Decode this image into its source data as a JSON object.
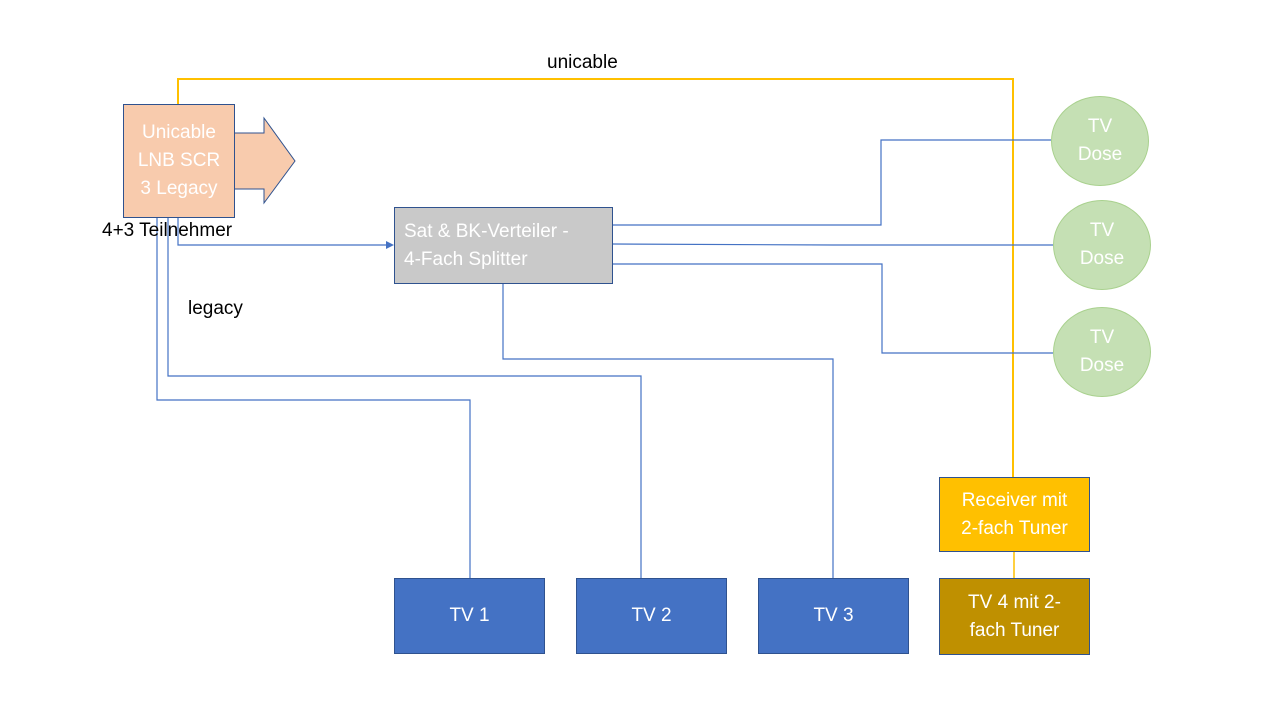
{
  "labels": {
    "unicable": "unicable",
    "teilnehmer": "4+3 Teilnehmer",
    "legacy": "legacy"
  },
  "nodes": {
    "lnb": "Unicable\nLNB SCR\n3 Legacy",
    "splitter": "Sat & BK-Verteiler -\n4-Fach Splitter",
    "tv1": "TV 1",
    "tv2": "TV 2",
    "tv3": "TV 3",
    "receiver": "Receiver mit\n2-fach Tuner",
    "tv4": "TV 4 mit 2-\nfach Tuner",
    "dose1": "TV\nDose",
    "dose2": "TV\nDose",
    "dose3": "TV\nDose"
  },
  "colors": {
    "unicable_line": "#ffc000",
    "coax_line": "#4472c4",
    "lnb": "#f8cbad",
    "splitter": "#c9c9c9",
    "tv": "#4472c4",
    "receiver": "#ffc000",
    "tv4": "#bf9000",
    "dose": "#c5e0b4"
  }
}
